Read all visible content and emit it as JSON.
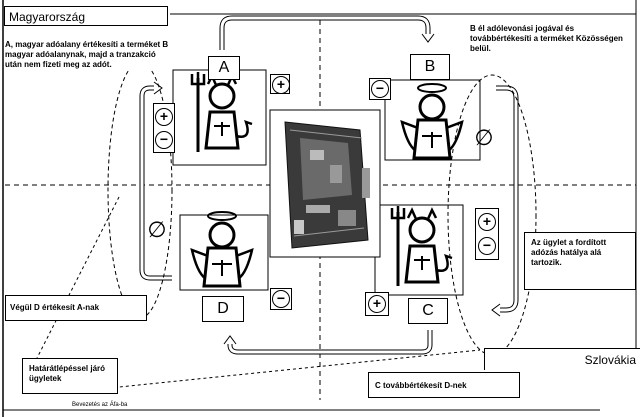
{
  "regions": {
    "hungary": "Magyarország",
    "slovakia": "Szlovákia"
  },
  "parties": {
    "a": "A",
    "b": "B",
    "c": "C",
    "d": "D"
  },
  "symbols": {
    "plus": "+",
    "minus": "−",
    "empty_set": "∅"
  },
  "notes": {
    "top_left": "A, magyar adóalany értékesíti a terméket B magyar adóalanynak, majd a tranzakció után nem fizeti meg az adót.",
    "top_right": "B él adólevonási jogával és továbbértékesíti a terméket Közösségen belül.",
    "mid_right": "Az ügylet a fordított adózás hatálya alá tartozik.",
    "bottom_left": "Végül D értékesít A-nak",
    "cross_border": "Határátlépéssel járó ügyletek",
    "bottom_mid": "C továbbértékesít D-nek"
  },
  "footer": "Bevezetés az Áfa-ba"
}
